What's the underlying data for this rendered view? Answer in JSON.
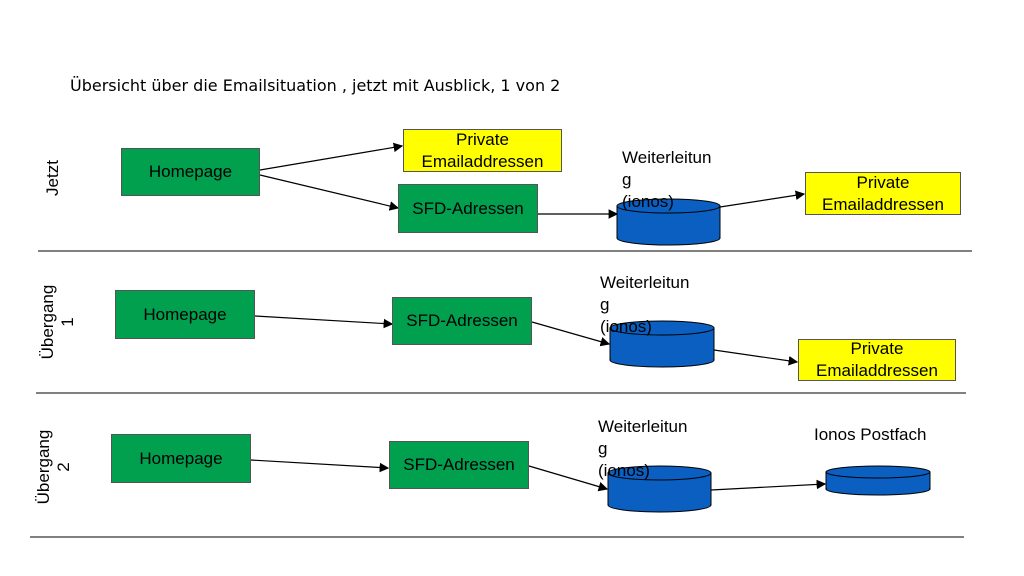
{
  "title": "Übersicht über die Emailsituation , jetzt  mit  Ausblick, 1 von 2",
  "rows": [
    {
      "label": "Jetzt",
      "homepage": "Homepage",
      "sfd": "SFD-Adressen",
      "private_top": "Private\nEmailaddressen",
      "forwarding": "Weiterleitun\ng\n(ionos)",
      "private_right": "Private\nEmailaddressen"
    },
    {
      "label": "Übergang\n1",
      "homepage": "Homepage",
      "sfd": "SFD-Adressen",
      "forwarding": "Weiterleitun\ng\n(ionos)",
      "private_right": "Private\nEmailaddressen"
    },
    {
      "label": "Übergang\n2",
      "homepage": "Homepage",
      "sfd": "SFD-Adressen",
      "forwarding": "Weiterleitun\ng\n(ionos)",
      "postfach": "Ionos Postfach"
    }
  ],
  "colors": {
    "green": "#00a04f",
    "yellow": "#ffff00",
    "cylinder": "#0a5fc0",
    "divider": "#808080"
  }
}
